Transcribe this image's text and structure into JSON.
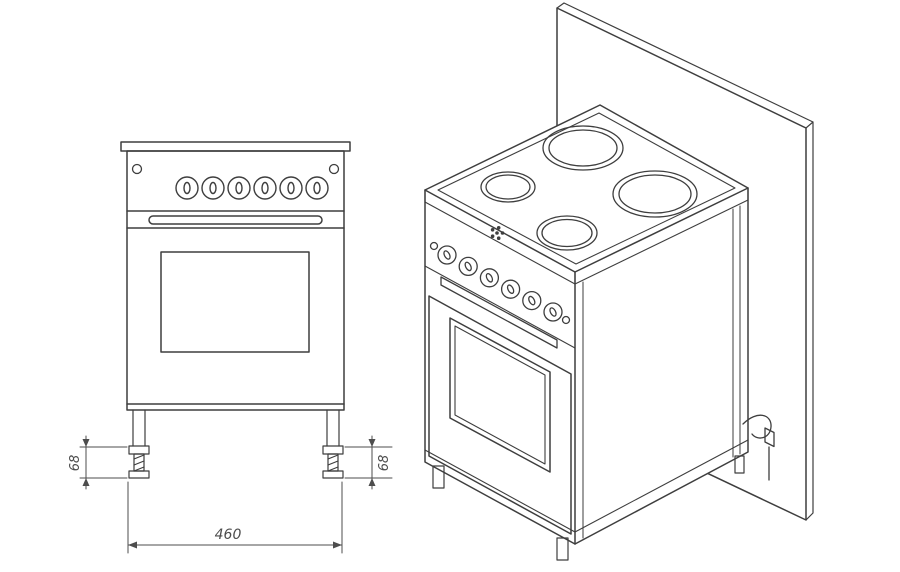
{
  "canvas": {
    "background": "#ffffff",
    "line_color": "#3e3e3e",
    "dimension_color": "#4d4d4d"
  },
  "front_view": {
    "knob_count": 6,
    "indicator_lamp_count": 2,
    "dimensions": {
      "overall_width": "460",
      "foot_height_left": "68",
      "foot_height_right": "68"
    }
  },
  "isometric_view": {
    "burner_count": 4,
    "knob_count": 6
  }
}
